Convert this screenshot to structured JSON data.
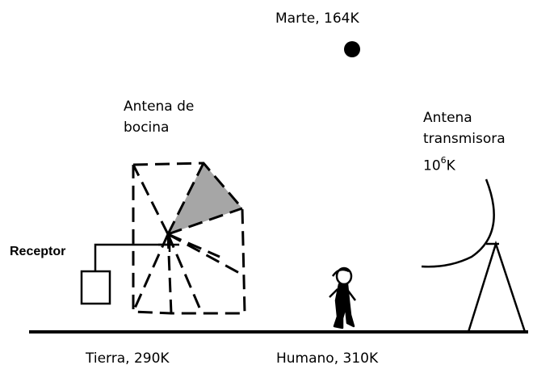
{
  "labels": {
    "mars": "Marte, 164K",
    "horn_line1": "Antena de",
    "horn_line2": "bocina",
    "tx_line1": "Antena",
    "tx_line2": "transmisora",
    "tx_temp_base": "10",
    "tx_temp_exp": "6",
    "tx_temp_unit": "K",
    "receiver": "Receptor",
    "earth": "Tierra, 290K",
    "human": "Humano, 310K"
  },
  "icons": [
    "mars-planet-icon",
    "horn-antenna-icon",
    "receiver-box-icon",
    "human-figure-icon",
    "transmitting-dish-icon"
  ],
  "colors": {
    "ink": "#000000",
    "beam_fill": "#a6a6a6",
    "background": "#ffffff"
  }
}
